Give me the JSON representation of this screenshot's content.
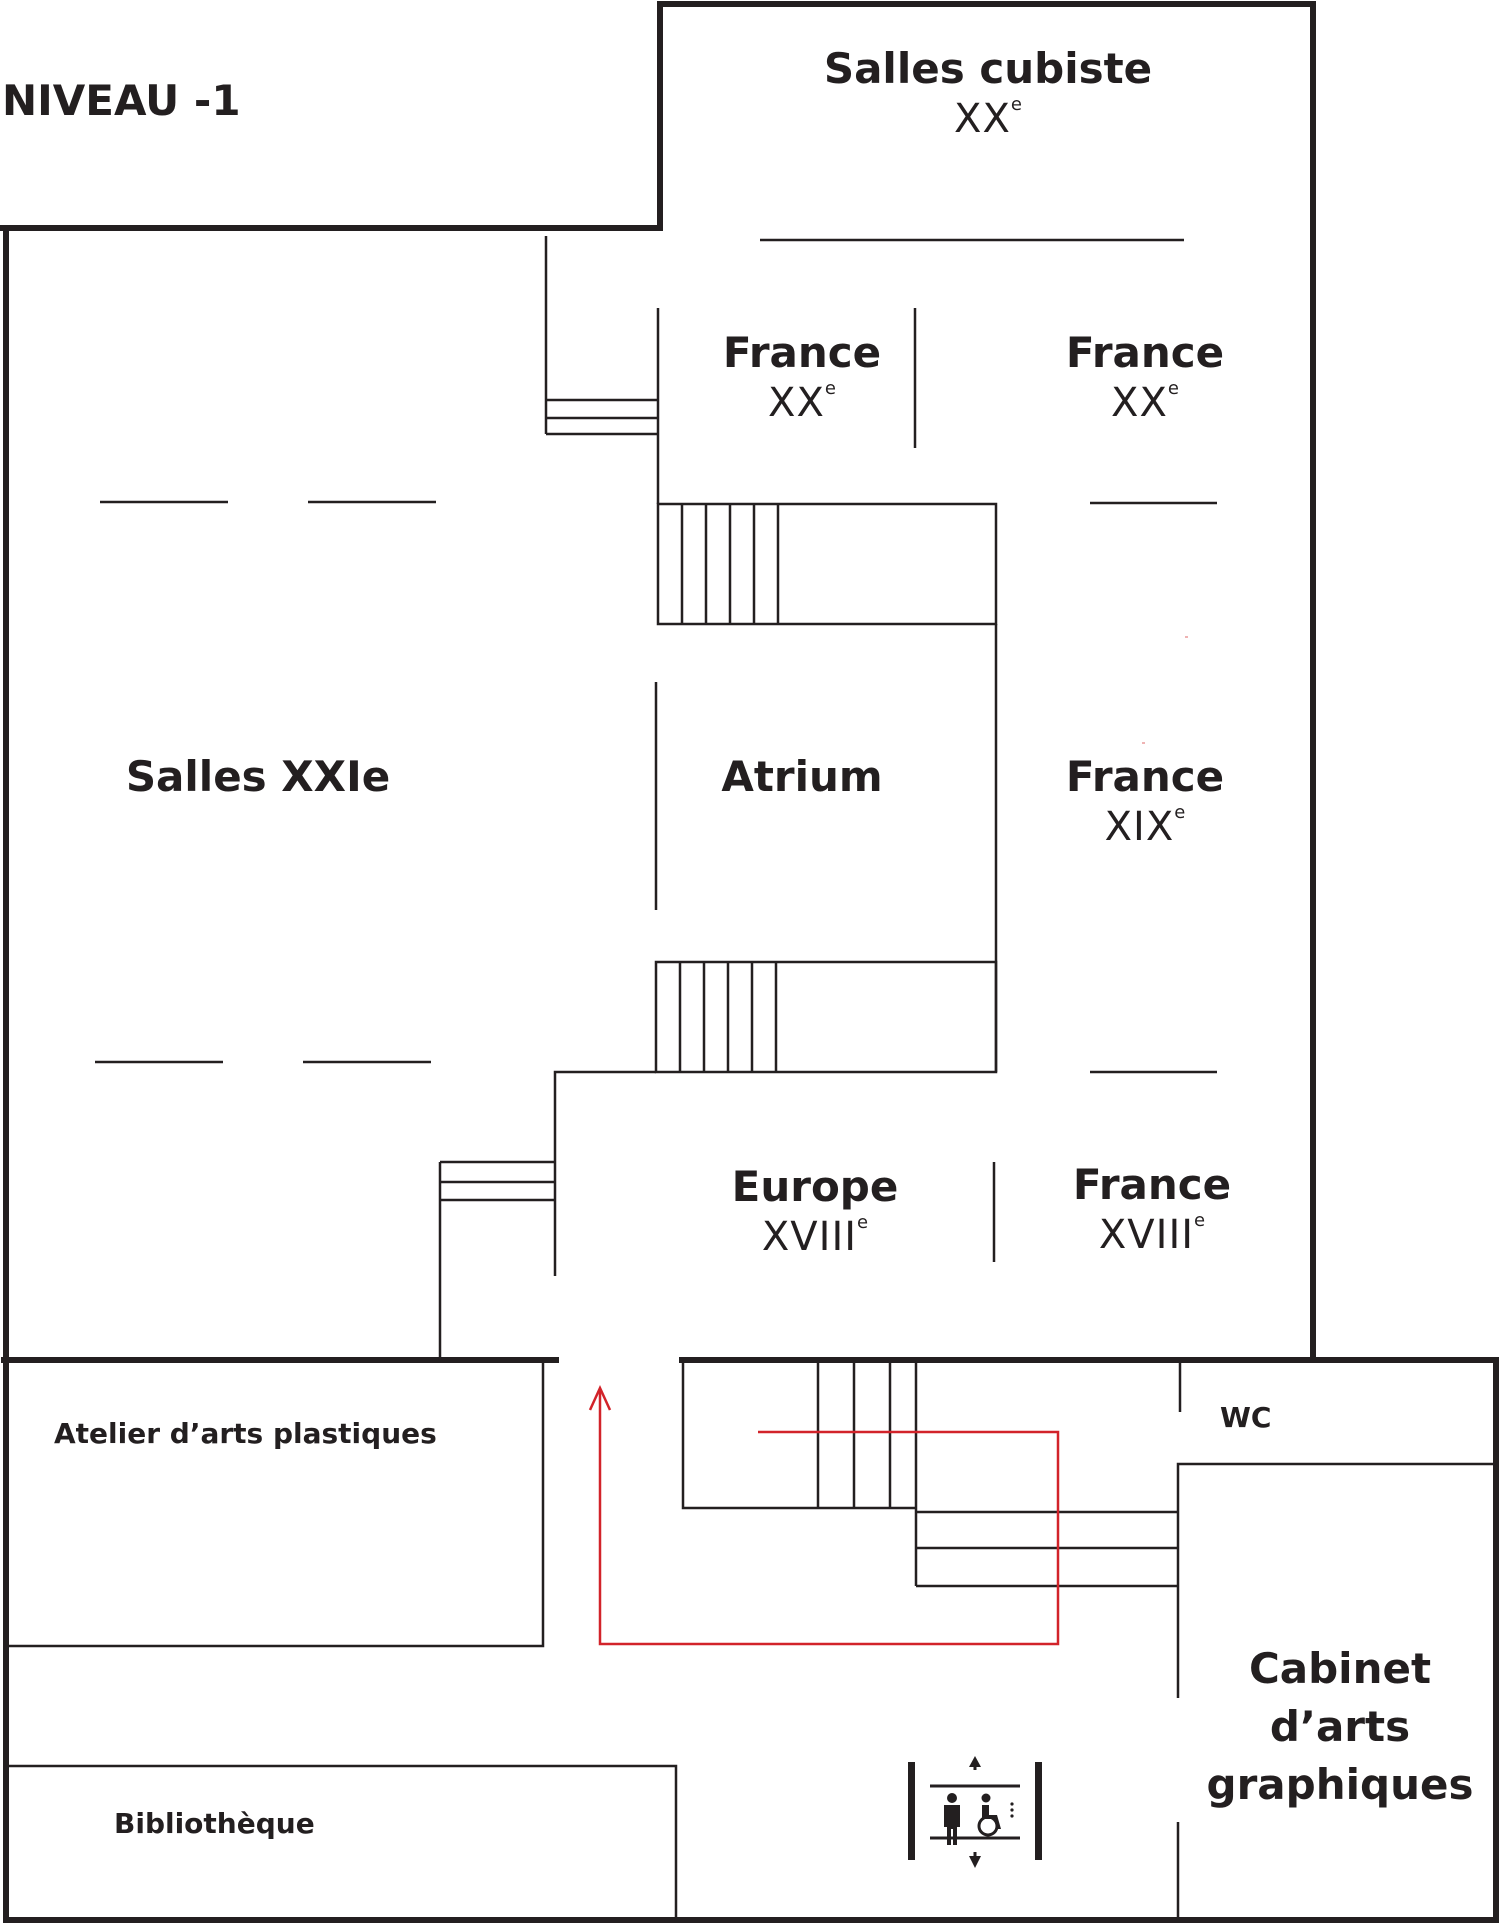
{
  "level": "NIVEAU -1",
  "rooms": {
    "salles_cubiste": {
      "name": "Salles cubiste",
      "century": "XX",
      "sup": "e"
    },
    "france_xx_left": {
      "name": "France",
      "century": "XX",
      "sup": "e"
    },
    "france_xx_right": {
      "name": "France",
      "century": "XX",
      "sup": "e"
    },
    "salles_xxie": {
      "name": "Salles XXIe"
    },
    "atrium": {
      "name": "Atrium"
    },
    "france_xix": {
      "name": "France",
      "century": "XIX",
      "sup": "e"
    },
    "europe_xviii": {
      "name": "Europe",
      "century": "XVIII",
      "sup": "e"
    },
    "france_xviii": {
      "name": "France",
      "century": "XVIII",
      "sup": "e"
    },
    "atelier": {
      "name": "Atelier d’arts plastiques"
    },
    "wc": {
      "name": "WC"
    },
    "cabinet": {
      "name": "Cabinet d’arts graphiques"
    },
    "bibliotheque": {
      "name": "Bibliothèque"
    }
  },
  "icons": {
    "elevator": "elevator-accessible-icon",
    "route_arrow": "route-arrow-icon"
  },
  "colors": {
    "walls": "#231f20",
    "route": "#d2232a"
  }
}
